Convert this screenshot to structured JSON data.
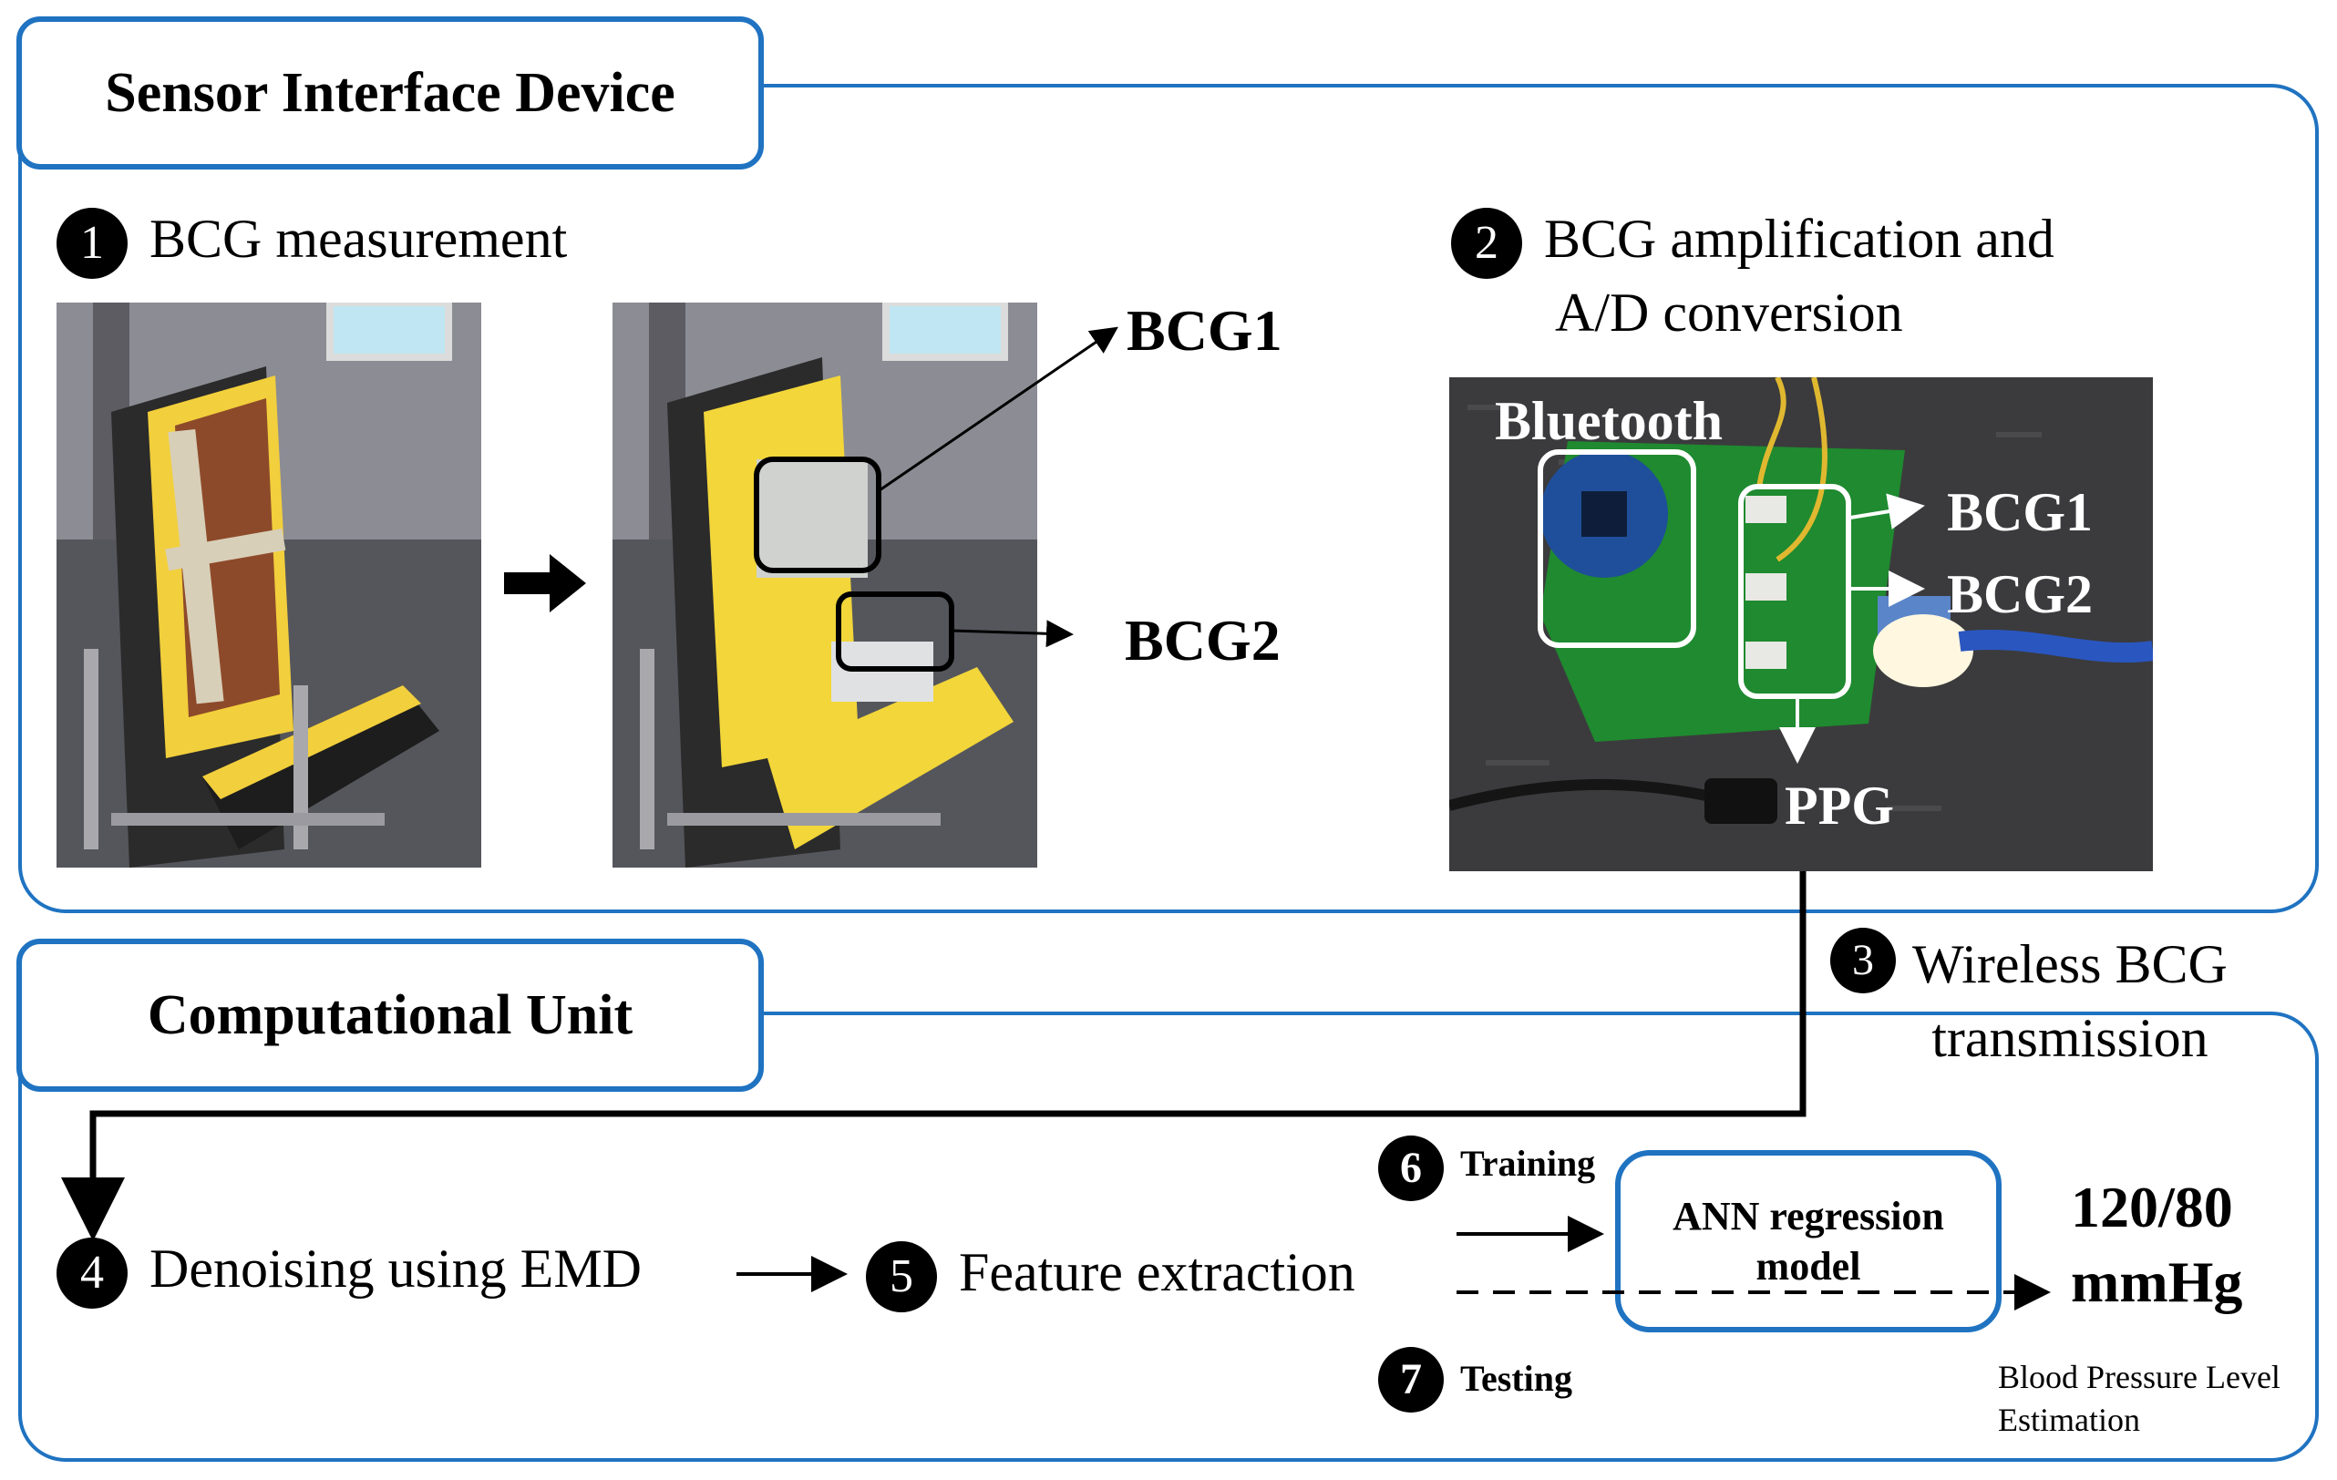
{
  "sections": {
    "sensor": {
      "title": "Sensor Interface Device"
    },
    "compute": {
      "title": "Computational Unit"
    }
  },
  "steps": {
    "s1": {
      "num": "1",
      "label": "BCG measurement"
    },
    "s2": {
      "num": "2",
      "line1": "BCG amplification and",
      "line2": "A/D conversion"
    },
    "s3": {
      "num": "3",
      "line1": "Wireless BCG",
      "line2": "transmission"
    },
    "s4": {
      "num": "4",
      "label": "Denoising using EMD"
    },
    "s5": {
      "num": "5",
      "label": "Feature extraction"
    },
    "s6": {
      "num": "6",
      "label": "Training"
    },
    "s7": {
      "num": "7",
      "label": "Testing"
    }
  },
  "photo_labels": {
    "bcg1": "BCG1",
    "bcg2": "BCG2",
    "bluetooth": "Bluetooth",
    "board_bcg1": "BCG1",
    "board_bcg2": "BCG2",
    "ppg": "PPG"
  },
  "model": {
    "line1": "ANN regression",
    "line2": "model"
  },
  "output": {
    "value": "120/80",
    "unit": "mmHg",
    "caption1": "Blood Pressure Level",
    "caption2": "Estimation"
  },
  "colors": {
    "frame": "#1f73c1",
    "board": "#1f8a2f",
    "foam": "#f2d63a",
    "carpet": "#3a3a3a"
  },
  "icons": {
    "arrow": "arrow-right-icon"
  }
}
